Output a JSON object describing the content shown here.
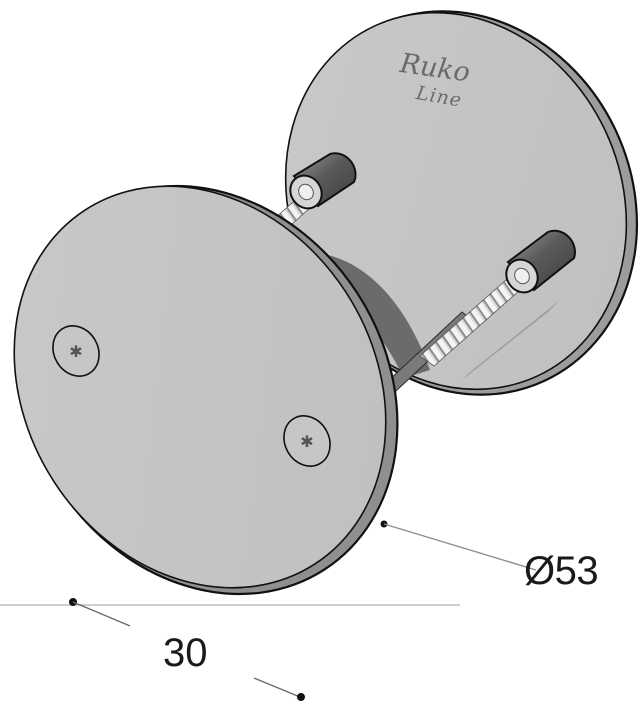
{
  "figure": {
    "type": "technical product drawing",
    "subject": "two-piece round cover rosette set with spacer sleeves and threaded screws",
    "colors": {
      "background": "#ffffff",
      "disc_face": "#c4c4c4",
      "disc_edge": "#9a9a9a",
      "outline": "#111111",
      "shadow": "#6e6e6e",
      "dimension_line": "#8c8c8c",
      "dimension_text": "#1a1a1a"
    }
  },
  "brand": {
    "line1": "Ruko",
    "line2": "Line"
  },
  "dimensions": {
    "diameter": {
      "label": "Ø53",
      "value": 53,
      "symbol": "Ø"
    },
    "length": {
      "label": "30",
      "value": 30
    }
  },
  "parts": [
    {
      "name": "front-disc",
      "features": [
        "2 torx screw heads"
      ]
    },
    {
      "name": "back-disc",
      "features": [
        "brand marking",
        "2 spacer sleeves"
      ]
    },
    {
      "name": "threaded-screws",
      "count": 2
    }
  ]
}
